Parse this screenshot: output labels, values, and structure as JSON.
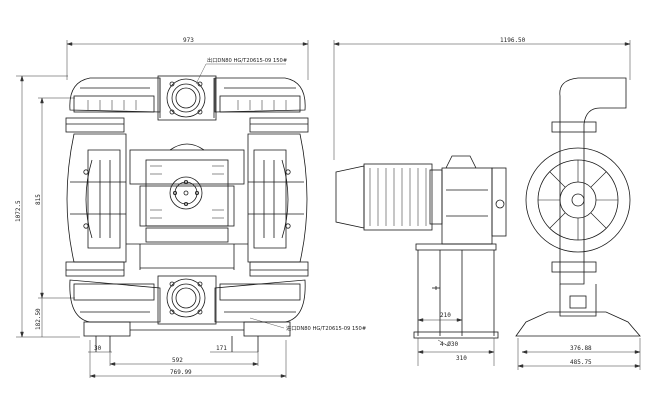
{
  "front_view": {
    "outlet_label": "出口DN80 HG/T20615-09 150#",
    "inlet_label": "进口DN80 HG/T20615-09 150#",
    "dim_overall_width": "973",
    "dim_height_total": "1072.5",
    "dim_height_ports": "815",
    "dim_base_height": "182.50",
    "dim_left_offset": "30",
    "dim_foot_span": "592",
    "dim_foot_right": "171",
    "dim_base_width": "769.99"
  },
  "side_view": {
    "dim_overall_length": "1196.50",
    "dim_motor_offset": "210",
    "dim_hole": "4-Ø30",
    "dim_base_length": "310",
    "dim_pump_base": "376.88",
    "dim_pump_base_total": "485.75"
  },
  "colors": {
    "line": "#1a1a1a",
    "dim_line": "#333333",
    "background": "#ffffff"
  }
}
